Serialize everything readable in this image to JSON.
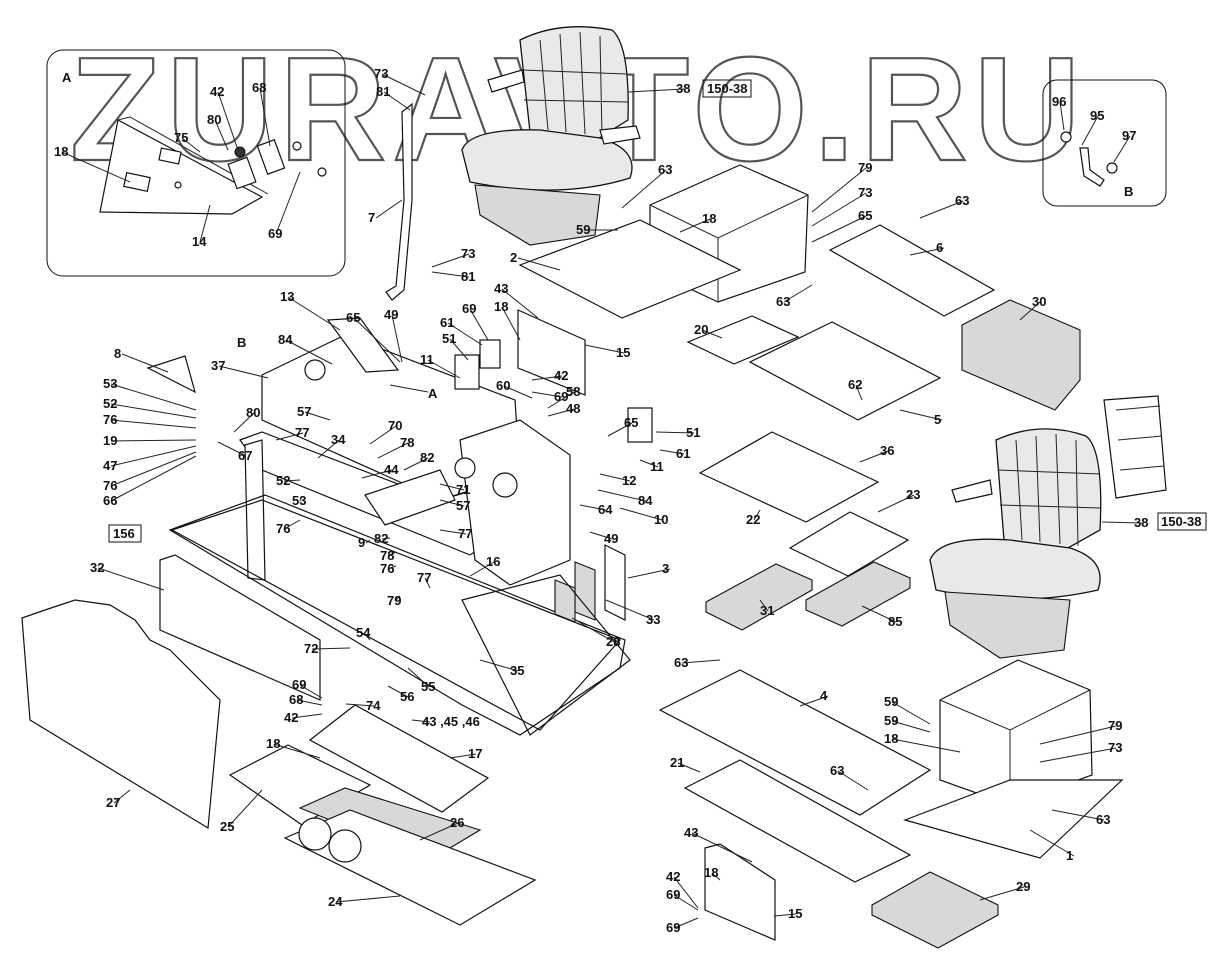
{
  "watermark": "ZURAVTO.RU",
  "insets": [
    {
      "id": "A",
      "label": "A"
    },
    {
      "id": "B",
      "label": "B"
    }
  ],
  "view_markers": {
    "b_left": "B",
    "a_arrow": "A"
  },
  "boxed_refs": {
    "ref_150_top": "150-38",
    "ref_150_right": "150-38",
    "ref_156": "156"
  },
  "labels": [
    {
      "key": "ins-a-18",
      "t": "18"
    },
    {
      "key": "ins-a-42",
      "t": "42"
    },
    {
      "key": "ins-a-68",
      "t": "68"
    },
    {
      "key": "ins-a-80",
      "t": "80"
    },
    {
      "key": "ins-a-75",
      "t": "75"
    },
    {
      "key": "ins-a-14",
      "t": "14"
    },
    {
      "key": "ins-a-69",
      "t": "69"
    },
    {
      "key": "l-73a",
      "t": "73"
    },
    {
      "key": "l-81a",
      "t": "81"
    },
    {
      "key": "l-7",
      "t": "7"
    },
    {
      "key": "l-73b",
      "t": "73"
    },
    {
      "key": "l-81b",
      "t": "81"
    },
    {
      "key": "l-38a",
      "t": "38"
    },
    {
      "key": "l-63a",
      "t": "63"
    },
    {
      "key": "l-59a",
      "t": "59"
    },
    {
      "key": "l-18a",
      "t": "18"
    },
    {
      "key": "l-2",
      "t": "2"
    },
    {
      "key": "l-79a",
      "t": "79"
    },
    {
      "key": "l-73c",
      "t": "73"
    },
    {
      "key": "l-65a",
      "t": "65"
    },
    {
      "key": "l-63b",
      "t": "63"
    },
    {
      "key": "l-6",
      "t": "6"
    },
    {
      "key": "ins-b-96",
      "t": "96"
    },
    {
      "key": "ins-b-95",
      "t": "95"
    },
    {
      "key": "ins-b-97",
      "t": "97"
    },
    {
      "key": "l-13",
      "t": "13"
    },
    {
      "key": "l-65b",
      "t": "65"
    },
    {
      "key": "l-49a",
      "t": "49"
    },
    {
      "key": "l-84a",
      "t": "84"
    },
    {
      "key": "l-43a",
      "t": "43"
    },
    {
      "key": "l-18b",
      "t": "18"
    },
    {
      "key": "l-69a",
      "t": "69"
    },
    {
      "key": "l-61a",
      "t": "61"
    },
    {
      "key": "l-51a",
      "t": "51"
    },
    {
      "key": "l-15a",
      "t": "15"
    },
    {
      "key": "l-20",
      "t": "20"
    },
    {
      "key": "l-63c",
      "t": "63"
    },
    {
      "key": "l-30",
      "t": "30"
    },
    {
      "key": "l-8",
      "t": "8"
    },
    {
      "key": "l-37",
      "t": "37"
    },
    {
      "key": "l-11a",
      "t": "11"
    },
    {
      "key": "l-42a",
      "t": "42"
    },
    {
      "key": "l-60",
      "t": "60"
    },
    {
      "key": "l-69b",
      "t": "69"
    },
    {
      "key": "l-58",
      "t": "58"
    },
    {
      "key": "l-48",
      "t": "48"
    },
    {
      "key": "l-62",
      "t": "62"
    },
    {
      "key": "l-5",
      "t": "5"
    },
    {
      "key": "l-53a",
      "t": "53"
    },
    {
      "key": "l-52a",
      "t": "52"
    },
    {
      "key": "l-76a",
      "t": "76"
    },
    {
      "key": "l-80",
      "t": "80"
    },
    {
      "key": "l-57a",
      "t": "57"
    },
    {
      "key": "l-19",
      "t": "19"
    },
    {
      "key": "l-77a",
      "t": "77"
    },
    {
      "key": "l-70",
      "t": "70"
    },
    {
      "key": "l-65c",
      "t": "65"
    },
    {
      "key": "l-51b",
      "t": "51"
    },
    {
      "key": "l-47",
      "t": "47"
    },
    {
      "key": "l-67",
      "t": "67"
    },
    {
      "key": "l-34",
      "t": "34"
    },
    {
      "key": "l-78a",
      "t": "78"
    },
    {
      "key": "l-82a",
      "t": "82"
    },
    {
      "key": "l-11b",
      "t": "11"
    },
    {
      "key": "l-61b",
      "t": "61"
    },
    {
      "key": "l-36",
      "t": "36"
    },
    {
      "key": "l-76b",
      "t": "76"
    },
    {
      "key": "l-66",
      "t": "66"
    },
    {
      "key": "l-44",
      "t": "44"
    },
    {
      "key": "l-71",
      "t": "71"
    },
    {
      "key": "l-12",
      "t": "12"
    },
    {
      "key": "l-84b",
      "t": "84"
    },
    {
      "key": "l-52b",
      "t": "52"
    },
    {
      "key": "l-57b",
      "t": "57"
    },
    {
      "key": "l-64",
      "t": "64"
    },
    {
      "key": "l-53b",
      "t": "53"
    },
    {
      "key": "l-10",
      "t": "10"
    },
    {
      "key": "l-22",
      "t": "22"
    },
    {
      "key": "l-23",
      "t": "23"
    },
    {
      "key": "l-76c",
      "t": "76"
    },
    {
      "key": "l-9",
      "t": "9"
    },
    {
      "key": "l-82b",
      "t": "82"
    },
    {
      "key": "l-77b",
      "t": "77"
    },
    {
      "key": "l-16",
      "t": "16"
    },
    {
      "key": "l-38b",
      "t": "38"
    },
    {
      "key": "l-49b",
      "t": "49"
    },
    {
      "key": "l-78b",
      "t": "78"
    },
    {
      "key": "l-76d",
      "t": "76"
    },
    {
      "key": "l-77c",
      "t": "77"
    },
    {
      "key": "l-3",
      "t": "3"
    },
    {
      "key": "l-32",
      "t": "32"
    },
    {
      "key": "l-79b",
      "t": "79"
    },
    {
      "key": "l-31",
      "t": "31"
    },
    {
      "key": "l-85",
      "t": "85"
    },
    {
      "key": "l-33",
      "t": "33"
    },
    {
      "key": "l-54",
      "t": "54"
    },
    {
      "key": "l-28",
      "t": "28"
    },
    {
      "key": "l-72",
      "t": "72"
    },
    {
      "key": "l-35",
      "t": "35"
    },
    {
      "key": "l-55",
      "t": "55"
    },
    {
      "key": "l-63d",
      "t": "63"
    },
    {
      "key": "l-69c",
      "t": "69"
    },
    {
      "key": "l-56",
      "t": "56"
    },
    {
      "key": "l-68",
      "t": "68"
    },
    {
      "key": "l-4",
      "t": "4"
    },
    {
      "key": "l-74",
      "t": "74"
    },
    {
      "key": "l-42b",
      "t": "42"
    },
    {
      "key": "l-59b",
      "t": "59"
    },
    {
      "key": "l-59c",
      "t": "59"
    },
    {
      "key": "l-79c",
      "t": "79"
    },
    {
      "key": "l-43-45-46",
      "t": "43 ,45 ,46"
    },
    {
      "key": "l-18c",
      "t": "18"
    },
    {
      "key": "l-73d",
      "t": "73"
    },
    {
      "key": "l-18d",
      "t": "18"
    },
    {
      "key": "l-17",
      "t": "17"
    },
    {
      "key": "l-21",
      "t": "21"
    },
    {
      "key": "l-63e",
      "t": "63"
    },
    {
      "key": "l-63f",
      "t": "63"
    },
    {
      "key": "l-27",
      "t": "27"
    },
    {
      "key": "l-25",
      "t": "25"
    },
    {
      "key": "l-26",
      "t": "26"
    },
    {
      "key": "l-1",
      "t": "1"
    },
    {
      "key": "l-43b",
      "t": "43"
    },
    {
      "key": "l-29",
      "t": "29"
    },
    {
      "key": "l-24",
      "t": "24"
    },
    {
      "key": "l-42c",
      "t": "42"
    },
    {
      "key": "l-18e",
      "t": "18"
    },
    {
      "key": "l-69d",
      "t": "69"
    },
    {
      "key": "l-15b",
      "t": "15"
    },
    {
      "key": "l-69e",
      "t": "69"
    }
  ]
}
